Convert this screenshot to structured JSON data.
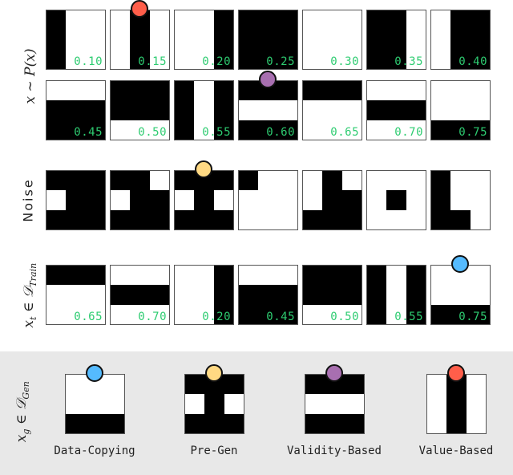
{
  "figure": {
    "row_labels": {
      "distribution": "x ~ P(x)",
      "noise": "Noise",
      "train": "x_t ∈ D_Train",
      "gen": "x_g ∈ D_Gen"
    },
    "colors": {
      "value_text": "#2ecc71",
      "panel_bg": "#e8e8e8",
      "dot_red": "#ff5e4a",
      "dot_purple": "#a86fb0",
      "dot_yellow": "#ffd983",
      "dot_blue": "#55bbff"
    },
    "distribution_row1": [
      {
        "value": "0.10",
        "pattern": [
          "100",
          "100",
          "100"
        ]
      },
      {
        "value": "0.15",
        "pattern": [
          "010",
          "010",
          "010"
        ],
        "dot": "red"
      },
      {
        "value": "0.20",
        "pattern": [
          "001",
          "001",
          "001"
        ]
      },
      {
        "value": "0.25",
        "pattern": [
          "111",
          "111",
          "111"
        ]
      },
      {
        "value": "0.30",
        "pattern": [
          "000",
          "000",
          "000"
        ]
      },
      {
        "value": "0.35",
        "pattern": [
          "110",
          "110",
          "110"
        ]
      },
      {
        "value": "0.40",
        "pattern": [
          "011",
          "011",
          "011"
        ]
      }
    ],
    "distribution_row2": [
      {
        "value": "0.45",
        "pattern": [
          "000",
          "111",
          "111"
        ]
      },
      {
        "value": "0.50",
        "pattern": [
          "111",
          "111",
          "000"
        ]
      },
      {
        "value": "0.55",
        "pattern": [
          "101",
          "101",
          "101"
        ]
      },
      {
        "value": "0.60",
        "pattern": [
          "111",
          "000",
          "111"
        ],
        "dot": "purple"
      },
      {
        "value": "0.65",
        "pattern": [
          "111",
          "000",
          "000"
        ]
      },
      {
        "value": "0.70",
        "pattern": [
          "000",
          "111",
          "000"
        ]
      },
      {
        "value": "0.75",
        "pattern": [
          "000",
          "000",
          "111"
        ]
      }
    ],
    "noise_row": [
      {
        "pattern": [
          "111",
          "011",
          "111"
        ]
      },
      {
        "pattern": [
          "110",
          "011",
          "111"
        ]
      },
      {
        "pattern": [
          "111",
          "010",
          "111"
        ],
        "dot": "yellow"
      },
      {
        "pattern": [
          "100",
          "000",
          "000"
        ]
      },
      {
        "pattern": [
          "010",
          "011",
          "111"
        ]
      },
      {
        "pattern": [
          "000",
          "010",
          "000"
        ]
      },
      {
        "pattern": [
          "100",
          "100",
          "110"
        ]
      }
    ],
    "train_row": [
      {
        "value": "0.65",
        "pattern": [
          "111",
          "000",
          "000"
        ]
      },
      {
        "value": "0.70",
        "pattern": [
          "000",
          "111",
          "000"
        ]
      },
      {
        "value": "0.20",
        "pattern": [
          "001",
          "001",
          "001"
        ]
      },
      {
        "value": "0.45",
        "pattern": [
          "000",
          "111",
          "111"
        ]
      },
      {
        "value": "0.50",
        "pattern": [
          "111",
          "111",
          "000"
        ]
      },
      {
        "value": "0.55",
        "pattern": [
          "101",
          "101",
          "101"
        ]
      },
      {
        "value": "0.75",
        "pattern": [
          "000",
          "000",
          "111"
        ],
        "dot": "blue"
      }
    ],
    "methods": [
      {
        "label": "Data-Copying",
        "pattern": [
          "000",
          "000",
          "111"
        ],
        "dot": "blue"
      },
      {
        "label": "Pre-Gen",
        "pattern": [
          "111",
          "010",
          "111"
        ],
        "dot": "yellow"
      },
      {
        "label": "Validity-Based",
        "pattern": [
          "111",
          "000",
          "111"
        ],
        "dot": "purple"
      },
      {
        "label": "Value-Based",
        "pattern": [
          "010",
          "010",
          "010"
        ],
        "dot": "red"
      }
    ]
  }
}
